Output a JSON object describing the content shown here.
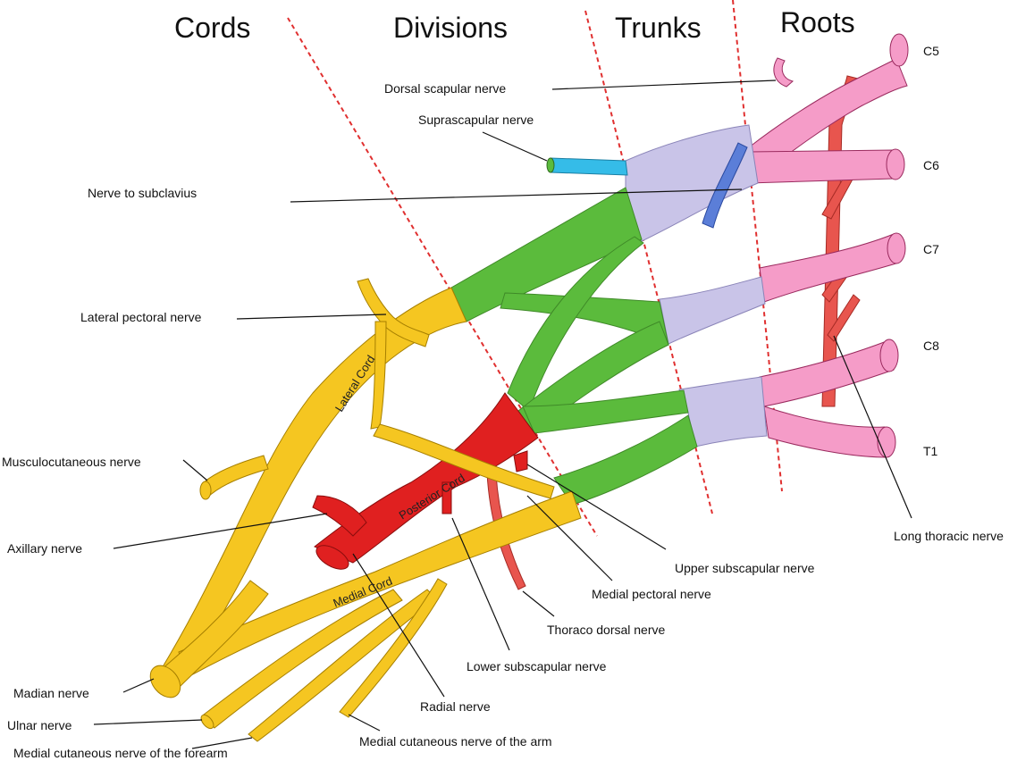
{
  "headers": {
    "cords": "Cords",
    "divisions": "Divisions",
    "trunks": "Trunks",
    "roots": "Roots"
  },
  "roots": {
    "c5": "C5",
    "c6": "C6",
    "c7": "C7",
    "c8": "C8",
    "t1": "T1"
  },
  "cords": {
    "lateral": "Lateral Cord",
    "posterior": "Posterior Cord",
    "medial": "Medial Cord"
  },
  "labels": {
    "dorsal_scapular": "Dorsal scapular nerve",
    "suprascapular": "Suprascapular nerve",
    "subclavius": "Nerve to subclavius",
    "lateral_pectoral": "Lateral pectoral nerve",
    "musculocutaneous": "Musculocutaneous nerve",
    "axillary": "Axillary nerve",
    "madian": "Madian nerve",
    "ulnar": "Ulnar nerve",
    "med_cut_forearm": "Medial cutaneous nerve of the forearm",
    "med_cut_arm": "Medial cutaneous nerve of the arm",
    "radial": "Radial nerve",
    "lower_subscapular": "Lower subscapular nerve",
    "thoraco_dorsal": "Thoraco dorsal nerve",
    "medial_pectoral": "Medial pectoral nerve",
    "upper_subscapular": "Upper subscapular nerve",
    "long_thoracic": "Long thoracic nerve"
  },
  "colors": {
    "roots": "#f59cc8",
    "trunks": "#c9c4e8",
    "divisions": "#5bbb3c",
    "lateral_medial_cords": "#f5c621",
    "posterior_cord": "#e02020",
    "separator": "#e03030"
  }
}
